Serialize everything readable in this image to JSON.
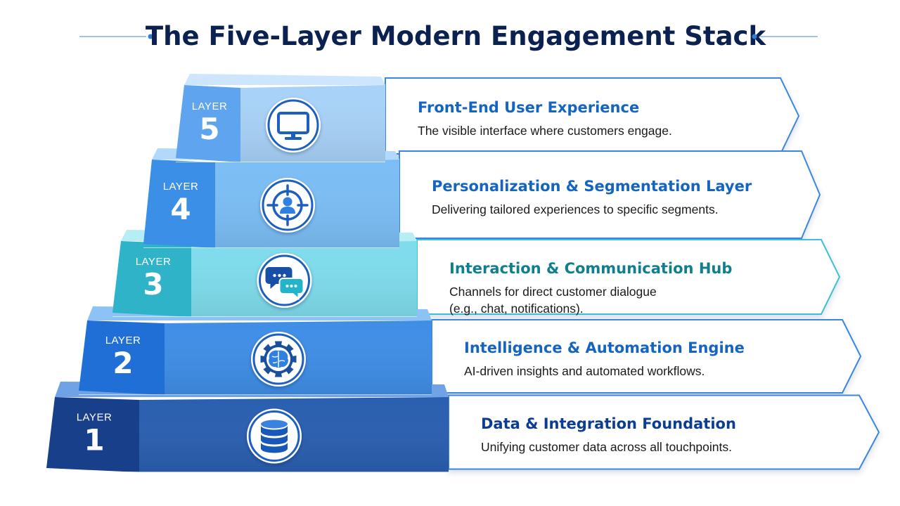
{
  "title": "The Five-Layer Modern Engagement Stack",
  "layers": [
    {
      "layer_label": "LAYER",
      "number": "5",
      "icon": "monitor-icon",
      "title": "Front-End User Experience",
      "description": [
        "The visible interface where customers engage."
      ],
      "colors": {
        "front": "#a8d2f8",
        "top": "#cde6fd",
        "label": "#5ea4ee",
        "accent": "#1565c0"
      }
    },
    {
      "layer_label": "LAYER",
      "number": "4",
      "icon": "user-target-icon",
      "title": "Personalization & Segmentation Layer",
      "description": [
        "Delivering tailored experiences to specific segments."
      ],
      "colors": {
        "front": "#7bbef5",
        "top": "#b2d9fb",
        "label": "#3b8fe6",
        "accent": "#1565c0"
      }
    },
    {
      "layer_label": "LAYER",
      "number": "3",
      "icon": "chat-bubbles-icon",
      "title": "Interaction & Communication Hub",
      "description": [
        "Channels for direct customer dialogue",
        "(e.g., chat, notifications)."
      ],
      "colors": {
        "front": "#7fdcec",
        "top": "#b6eef6",
        "label": "#2fb3c9",
        "accent": "#0f7f8f"
      }
    },
    {
      "layer_label": "LAYER",
      "number": "2",
      "icon": "brain-gear-icon",
      "title": "Intelligence & Automation Engine",
      "description": [
        "AI-driven insights and automated workflows."
      ],
      "colors": {
        "front": "#3f8ee6",
        "top": "#8cc2f6",
        "label": "#1f6fd6",
        "accent": "#1565c0"
      }
    },
    {
      "layer_label": "LAYER",
      "number": "1",
      "icon": "database-icon",
      "title": "Data & Integration Foundation",
      "description": [
        "Unifying customer data across all touchpoints."
      ],
      "colors": {
        "front": "#2a5fb0",
        "top": "#6fa3e6",
        "label": "#173f8a",
        "accent": "#0b3d91"
      }
    }
  ]
}
